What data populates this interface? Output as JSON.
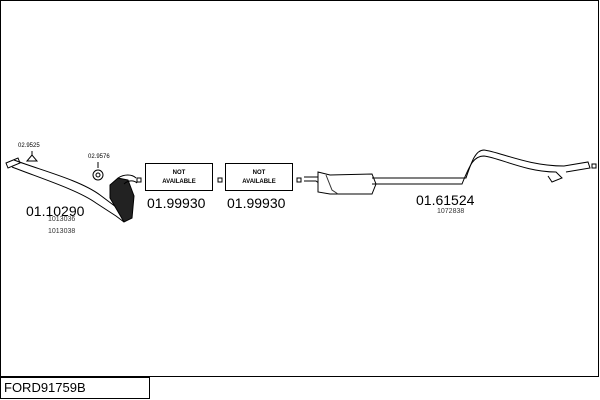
{
  "diagram_code": "FORD91759B",
  "parts": [
    {
      "number": "01.10290",
      "refs": [
        "1013036",
        "1013038"
      ]
    },
    {
      "number": "01.99930",
      "status": [
        "NOT",
        "AVAILABLE"
      ]
    },
    {
      "number": "01.99930",
      "status": [
        "NOT",
        "AVAILABLE"
      ]
    },
    {
      "number": "01.61524",
      "refs": [
        "1072838"
      ]
    }
  ],
  "accessories": [
    {
      "number": "02.9525"
    },
    {
      "number": "02.9576"
    }
  ]
}
